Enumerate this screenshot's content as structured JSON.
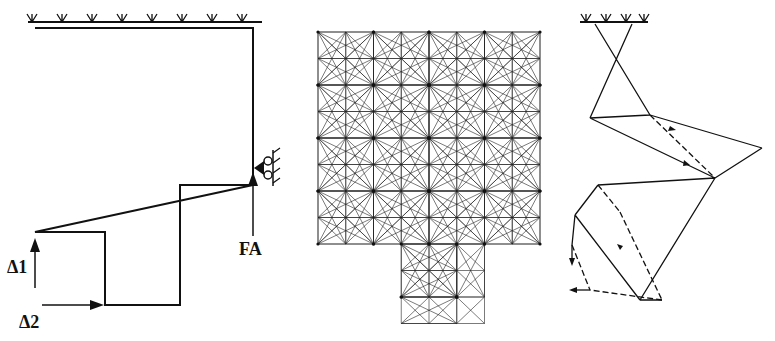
{
  "diagram": {
    "labels": [
      "Δ1",
      "Δ2",
      "FA"
    ]
  }
}
